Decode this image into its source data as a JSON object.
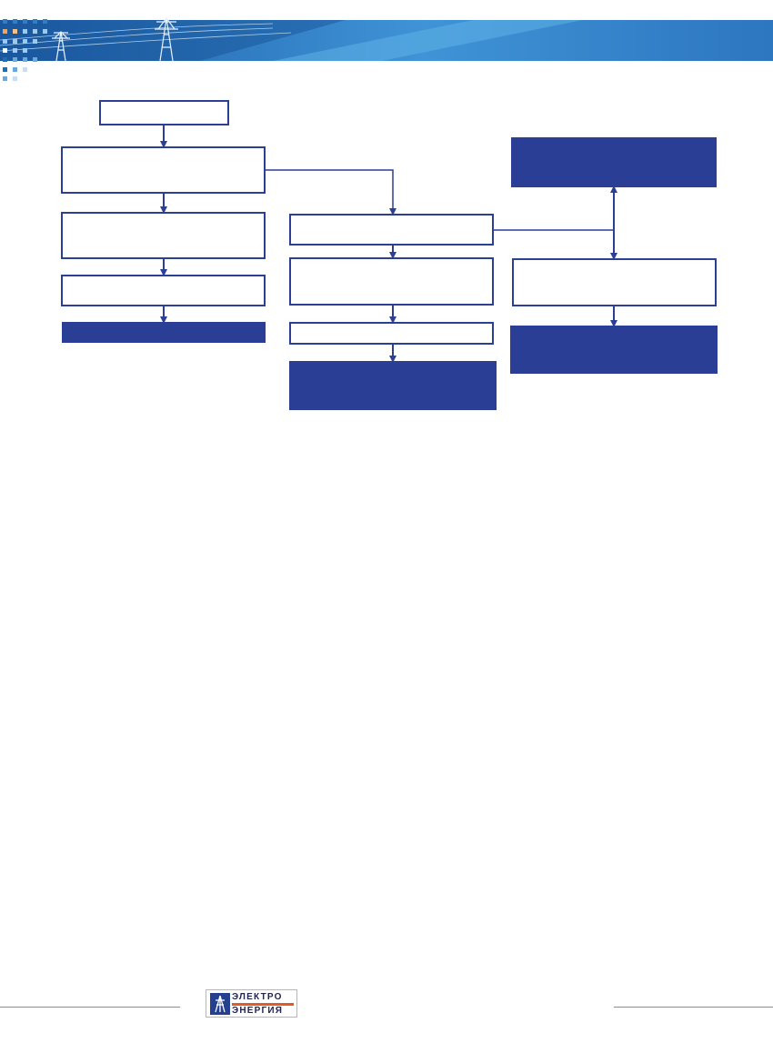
{
  "header": {
    "colors": {
      "band_dark": "#2d6fb7",
      "band_light": "#5fb2e6",
      "dot_orange": "#f0a35a",
      "dot_blue": "#2f7fc2"
    },
    "icons": [
      "power-pylon-icon",
      "power-pylon-icon"
    ]
  },
  "diagram": {
    "colors": {
      "stroke": "#2b3f96",
      "fill": "#2b3e96"
    },
    "boxes": [
      {
        "id": "start",
        "style": "outline",
        "text": ""
      },
      {
        "id": "left-1",
        "style": "outline",
        "text": ""
      },
      {
        "id": "left-2",
        "style": "outline",
        "text": ""
      },
      {
        "id": "left-3",
        "style": "outline",
        "text": ""
      },
      {
        "id": "left-result",
        "style": "filled",
        "text": ""
      },
      {
        "id": "mid-1",
        "style": "outline",
        "text": ""
      },
      {
        "id": "mid-2",
        "style": "outline",
        "text": ""
      },
      {
        "id": "mid-3",
        "style": "outline",
        "text": ""
      },
      {
        "id": "mid-result",
        "style": "filled",
        "text": ""
      },
      {
        "id": "right-top",
        "style": "filled",
        "text": ""
      },
      {
        "id": "right-mid",
        "style": "outline",
        "text": ""
      },
      {
        "id": "right-result",
        "style": "filled",
        "text": ""
      }
    ]
  },
  "footer": {
    "logo": {
      "line1": "ЭЛЕКТРО",
      "line2": "ЭНЕРГИЯ",
      "colors": {
        "text": "#23244f",
        "accent": "#e25b26",
        "emblem": "#24408f"
      }
    },
    "line_color": "#4a9fd6"
  }
}
